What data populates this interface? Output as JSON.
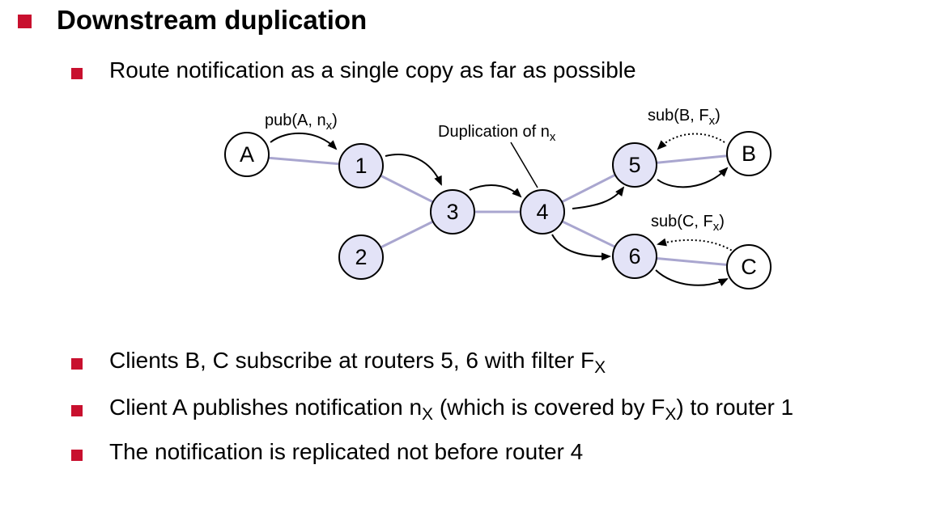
{
  "heading": "Downstream duplication",
  "bullets": {
    "route": "Route notification as a single copy as far as possible",
    "clients_subscribe": {
      "text": "Clients B, C subscribe at routers 5, 6 with filter F",
      "sub": "X"
    },
    "client_publishes": {
      "pre": "Client A publishes notification n",
      "sub1": "X",
      "mid": " (which is covered by F",
      "sub2": "X",
      "post": ") to router 1"
    },
    "replicated": "The notification is replicated not before router 4"
  },
  "diagram": {
    "nodes": {
      "A": "A",
      "B": "B",
      "C": "C",
      "r1": "1",
      "r2": "2",
      "r3": "3",
      "r4": "4",
      "r5": "5",
      "r6": "6"
    },
    "labels": {
      "pub": {
        "pre": "pub(A, n",
        "sub": "x",
        "post": ")"
      },
      "duplication": {
        "pre": "Duplication of n",
        "sub": "x"
      },
      "subB": {
        "pre": "sub(B, F",
        "sub": "x",
        "post": ")"
      },
      "subC": {
        "pre": "sub(C, F",
        "sub": "x",
        "post": ")"
      }
    },
    "colors": {
      "link": "#a9a6cf",
      "router_fill": "#e3e3f7",
      "client_fill": "#ffffff",
      "bullet": "#c8102e"
    }
  }
}
